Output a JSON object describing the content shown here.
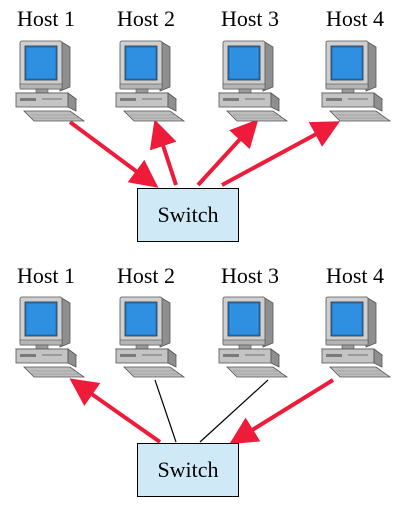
{
  "panels": [
    {
      "hosts": [
        "Host 1",
        "Host 2",
        "Host 3",
        "Host 4"
      ],
      "switch_label": "Switch",
      "links": [
        {
          "host": "Host 1",
          "style": "arrow",
          "direction": "to-switch",
          "color": "#ee1c3a"
        },
        {
          "host": "Host 2",
          "style": "arrow",
          "direction": "to-host",
          "color": "#ee1c3a"
        },
        {
          "host": "Host 3",
          "style": "arrow",
          "direction": "to-host",
          "color": "#ee1c3a"
        },
        {
          "host": "Host 4",
          "style": "arrow",
          "direction": "to-host",
          "color": "#ee1c3a"
        }
      ]
    },
    {
      "hosts": [
        "Host 1",
        "Host 2",
        "Host 3",
        "Host 4"
      ],
      "switch_label": "Switch",
      "links": [
        {
          "host": "Host 1",
          "style": "arrow",
          "direction": "to-host",
          "color": "#ee1c3a"
        },
        {
          "host": "Host 2",
          "style": "line",
          "direction": "none",
          "color": "#000000"
        },
        {
          "host": "Host 3",
          "style": "line",
          "direction": "none",
          "color": "#000000"
        },
        {
          "host": "Host 4",
          "style": "arrow",
          "direction": "to-switch",
          "color": "#ee1c3a"
        }
      ]
    }
  ],
  "colors": {
    "arrow": "#ee1c3a",
    "switch_fill": "#cfeaf6",
    "screen": "#1f7fd1",
    "monitor_body": "#c8c8c8"
  },
  "icons": [
    "computer-icon"
  ]
}
